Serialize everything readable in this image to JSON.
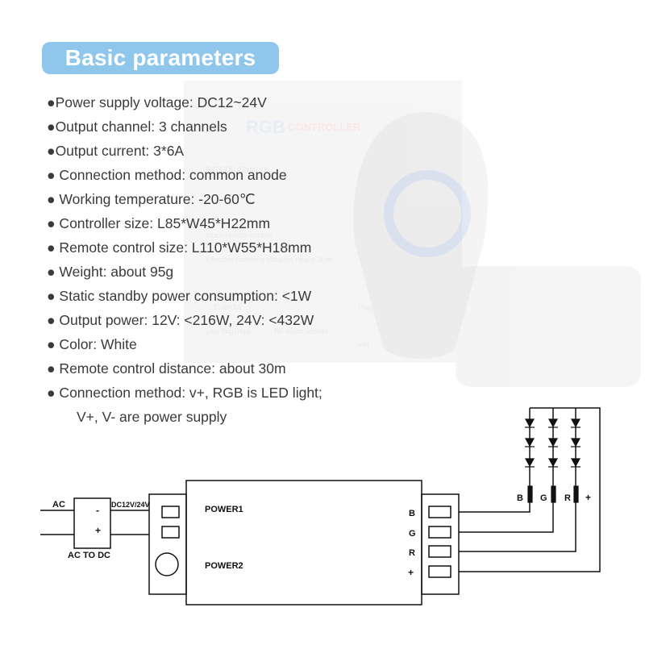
{
  "title": "Basic parameters",
  "params": [
    "●Power supply voltage: DC12~24V",
    "●Output channel: 3 channels",
    "●Output current: 3*6A",
    "● Connection method: common anode",
    "● Working temperature: -20-60℃",
    "● Controller size: L85*W45*H22mm",
    "● Remote control size: L110*W55*H18mm",
    "● Weight: about 95g",
    "● Static standby power consumption: <1W",
    "● Output power: 12V: <216W, 24V: <432W",
    "● Color: White",
    "● Remote control distance: about 30m",
    "● Connection method: v+, RGB is LED light;"
  ],
  "params_continuation": "V+, V- are power supply",
  "background_box": {
    "brand_text": "RGB",
    "controller_text": "CONTROLLER",
    "colours_text": "640000 Colours",
    "touch_text": "touch remote control",
    "receiving_text": "Effective receiving distance nearly 30m",
    "colorful_text": "Colorful",
    "fingertips_text": "your fingertips",
    "rf_text": "RF touch remote",
    "plug_text": "Plug",
    "insert_text": "inst"
  },
  "wiring": {
    "ac_label": "AC",
    "adapter_minus": "-",
    "adapter_plus": "+",
    "dc_label": "DC12V/24V",
    "adapter_name": "AC TO DC",
    "power1": "POWER1",
    "power2": "POWER2",
    "output_pins": [
      "B",
      "G",
      "R",
      "+"
    ],
    "led_labels": [
      "B",
      "G",
      "R",
      "+"
    ]
  },
  "colors": {
    "badge": "#8ec6ec",
    "text": "#3a3a3a",
    "line": "#111111"
  }
}
